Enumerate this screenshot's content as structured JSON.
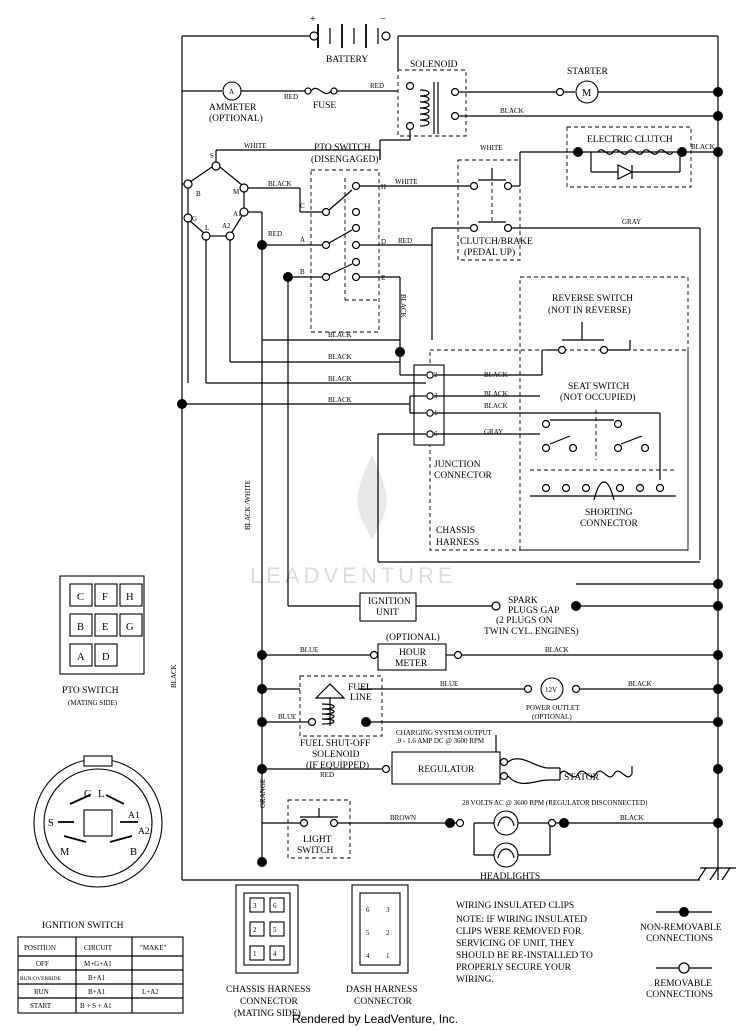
{
  "components": {
    "battery": "BATTERY",
    "battery_plus": "+",
    "battery_minus": "−",
    "solenoid": "SOLENOID",
    "starter": "STARTER",
    "starter_symbol": "M",
    "ammeter": "AMMETER",
    "ammeter_note": "(OPTIONAL)",
    "ammeter_symbol": "A",
    "fuse": "FUSE",
    "electric_clutch": "ELECTRIC CLUTCH",
    "pto_switch": "PTO SWITCH",
    "pto_switch_state": "(DISENGAGED)",
    "clutch_brake": "CLUTCH/BRAKE",
    "clutch_brake_state": "(PEDAL UP)",
    "reverse_switch": "REVERSE SWITCH",
    "reverse_switch_state": "(NOT IN REVERSE)",
    "seat_switch": "SEAT SWITCH",
    "seat_switch_state": "(NOT OCCUPIED)",
    "junction_connector_1": "JUNCTION",
    "junction_connector_2": "CONNECTOR",
    "shorting_connector_1": "SHORTING",
    "shorting_connector_2": "CONNECTOR",
    "chassis_harness_1": "CHASSIS",
    "chassis_harness_2": "HARNESS",
    "ignition_unit_1": "IGNITION",
    "ignition_unit_2": "UNIT",
    "spark_plugs_1": "SPARK",
    "spark_plugs_2": "PLUGS GAP",
    "spark_plugs_3": "(2 PLUGS ON",
    "spark_plugs_4": "TWIN CYL. ENGINES)",
    "hour_meter_note": "(OPTIONAL)",
    "hour_meter_1": "HOUR",
    "hour_meter_2": "METER",
    "fuel_line_1": "FUEL",
    "fuel_line_2": "LINE",
    "power_outlet_symbol": "12V",
    "power_outlet_1": "POWER OUTLET",
    "power_outlet_2": "(OPTIONAL)",
    "fuel_shutoff_1": "FUEL SHUT-OFF",
    "fuel_shutoff_2": "SOLENOID",
    "fuel_shutoff_3": "(IF EQUIPPED)",
    "charging_output_1": "CHARGING SYSTEM OUTPUT",
    "charging_output_2": ".9 - 1.6 AMP DC @ 3600 RPM",
    "regulator": "REGULATOR",
    "stator": "STATOR",
    "ac_note": "28 VOLTS AC @ 3600 RPM (REGULATOR DISCONNECTED)",
    "light_switch_1": "LIGHT",
    "light_switch_2": "SWITCH",
    "headlights": "HEADLIGHTS"
  },
  "wires": {
    "red": "RED",
    "black": "BLACK",
    "white": "WHITE",
    "gray": "GRAY",
    "blue": "BLUE",
    "orange": "ORANGE",
    "brown": "BROWN",
    "black_white": "BLACK /WHITE"
  },
  "terminals": {
    "ignition": [
      "S",
      "B",
      "M",
      "A1",
      "G",
      "L",
      "A2"
    ],
    "pto": [
      "C",
      "H",
      "A",
      "D",
      "B",
      "E"
    ],
    "junction": [
      "2",
      "3",
      "1",
      "6"
    ]
  },
  "pto_mating": {
    "title": "PTO SWITCH",
    "subtitle": "(MATING SIDE)",
    "grid": [
      "C",
      "F",
      "H",
      "B",
      "E",
      "G",
      "A",
      "D"
    ]
  },
  "ignition_switch": {
    "title": "IGNITION SWITCH",
    "terminals": [
      "G",
      "L",
      "A1",
      "A2",
      "S",
      "M",
      "B"
    ],
    "table_headers": [
      "POSITION",
      "CIRCUIT",
      "\"MAKE\""
    ],
    "rows": [
      {
        "position": "OFF",
        "circuit": "M+G+A1",
        "make": ""
      },
      {
        "position": "RUN/OVERRIDE",
        "circuit": "B+A1",
        "make": ""
      },
      {
        "position": "RUN",
        "circuit": "B+A1",
        "make": "L+A2"
      },
      {
        "position": "START",
        "circuit": "B + S + A1",
        "make": ""
      }
    ]
  },
  "harness_connectors": {
    "chassis_title_1": "CHASSIS HARNESS",
    "chassis_title_2": "CONNECTOR",
    "chassis_title_3": "(MATING SIDE)",
    "chassis_pins": [
      "3",
      "6",
      "2",
      "5",
      "1",
      "4"
    ],
    "dash_title_1": "DASH HARNESS",
    "dash_title_2": "CONNECTOR",
    "dash_pins": [
      "6",
      "3",
      "5",
      "2",
      "4",
      "1"
    ]
  },
  "notes": {
    "line1": "WIRING INSULATED CLIPS",
    "line2": "NOTE: IF WIRING INSULATED",
    "line3": "CLIPS WERE REMOVED FOR",
    "line4": "SERVICING OF UNIT, THEY",
    "line5": "SHOULD BE RE-INSTALLED TO",
    "line6": "PROPERLY SECURE YOUR",
    "line7": "WIRING."
  },
  "legend": {
    "non_removable_1": "NON-REMOVABLE",
    "non_removable_2": "CONNECTIONS",
    "removable_1": "REMOVABLE",
    "removable_2": "CONNECTIONS"
  },
  "watermark": "LEADVENTURE",
  "footer": "Rendered by LeadVenture, Inc."
}
